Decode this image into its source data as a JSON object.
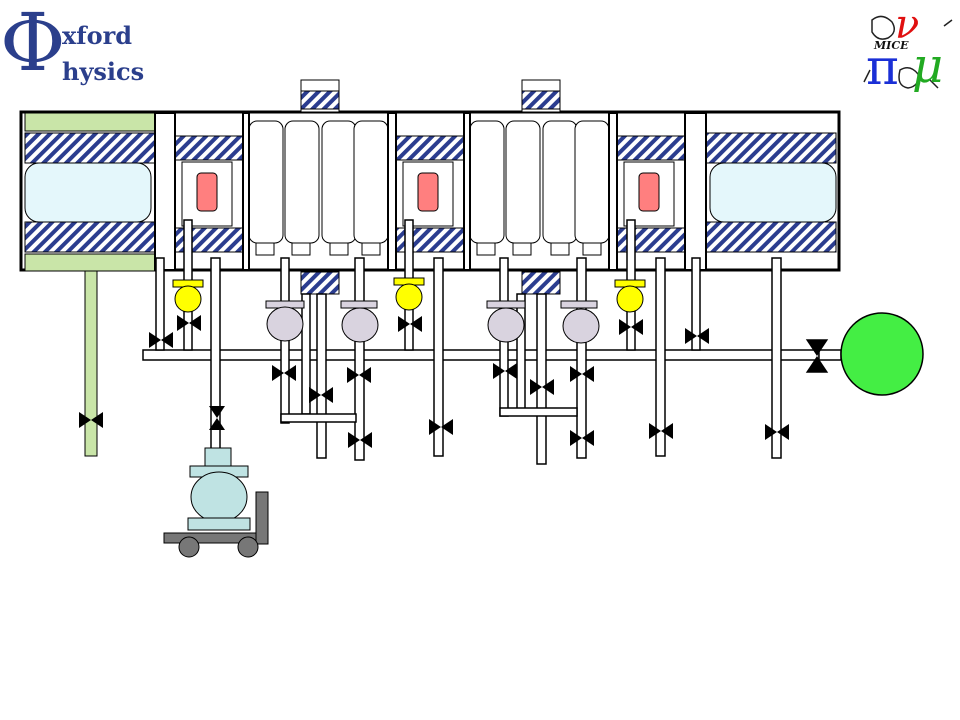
{
  "logo_oxford": {
    "line1": "xford",
    "line2": "hysics"
  },
  "logo_mice": {
    "text": "MICE"
  },
  "colors": {
    "hatch": "#2b3d8f",
    "cooler_window": "#ff7f7f",
    "valve_ball": "#ffff00",
    "pump_bulb": "#d9d3df",
    "tank": "#44ee44",
    "pipe_green": "#c9e5a8",
    "absorber_blue": "#e4f7fb",
    "pump_cart": "#bfe3e3"
  }
}
